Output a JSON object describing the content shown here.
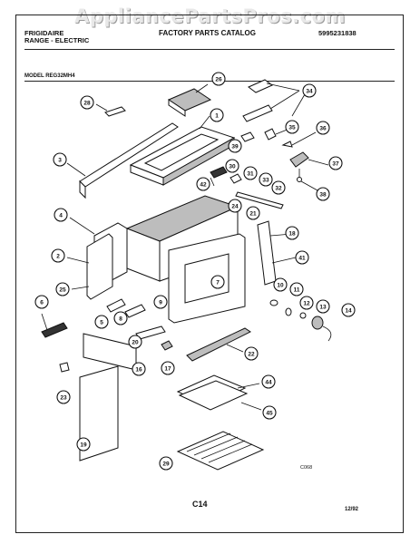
{
  "watermark": "AppliancePartsPros.com",
  "header": {
    "brand": "FRIGIDAIRE",
    "product": "RANGE - ELECTRIC",
    "catalog_title": "FACTORY PARTS CATALOG",
    "catalog_number": "5995231838"
  },
  "model_label": "MODEL REG32MH4",
  "footer": {
    "page_code": "C14",
    "date": "12/92",
    "figure_code": "C068"
  },
  "callouts": [
    {
      "id": "c28",
      "label": "28"
    },
    {
      "id": "c26",
      "label": "26"
    },
    {
      "id": "c34",
      "label": "34"
    },
    {
      "id": "c1",
      "label": "1"
    },
    {
      "id": "c35",
      "label": "35"
    },
    {
      "id": "c36",
      "label": "36"
    },
    {
      "id": "c39",
      "label": "39"
    },
    {
      "id": "c3",
      "label": "3"
    },
    {
      "id": "c30",
      "label": "30"
    },
    {
      "id": "c31",
      "label": "31"
    },
    {
      "id": "c37",
      "label": "37"
    },
    {
      "id": "c42",
      "label": "42"
    },
    {
      "id": "c33",
      "label": "33"
    },
    {
      "id": "c32",
      "label": "32"
    },
    {
      "id": "c38",
      "label": "38"
    },
    {
      "id": "c24",
      "label": "24"
    },
    {
      "id": "c4",
      "label": "4"
    },
    {
      "id": "c21",
      "label": "21"
    },
    {
      "id": "c18",
      "label": "18"
    },
    {
      "id": "c2",
      "label": "2"
    },
    {
      "id": "c41",
      "label": "41"
    },
    {
      "id": "c25",
      "label": "25"
    },
    {
      "id": "c7",
      "label": "7"
    },
    {
      "id": "c10",
      "label": "10"
    },
    {
      "id": "c11",
      "label": "11"
    },
    {
      "id": "c6",
      "label": "6"
    },
    {
      "id": "c12",
      "label": "12"
    },
    {
      "id": "c9",
      "label": "9"
    },
    {
      "id": "c13",
      "label": "13"
    },
    {
      "id": "c14",
      "label": "14"
    },
    {
      "id": "c5",
      "label": "5"
    },
    {
      "id": "c8",
      "label": "8"
    },
    {
      "id": "c20",
      "label": "20"
    },
    {
      "id": "c22",
      "label": "22"
    },
    {
      "id": "c16",
      "label": "16"
    },
    {
      "id": "c17",
      "label": "17"
    },
    {
      "id": "c44",
      "label": "44"
    },
    {
      "id": "c23",
      "label": "23"
    },
    {
      "id": "c45",
      "label": "45"
    },
    {
      "id": "c19",
      "label": "19"
    },
    {
      "id": "c29",
      "label": "29"
    }
  ]
}
